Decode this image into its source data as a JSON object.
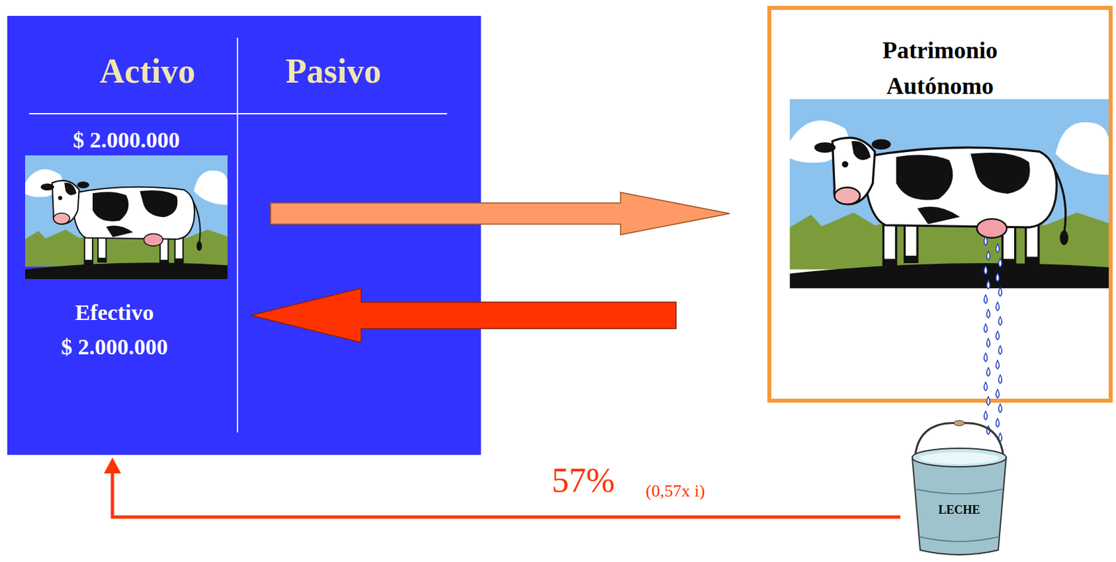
{
  "diagram": {
    "nodes": [
      {
        "text": [
          "Activo",
          "Pasivo"
        ]
      },
      {
        "text": [
          "$ 2.000.000"
        ],
        "in": 0
      },
      {
        "text": [
          "Efectivo",
          "$ 2.000.000"
        ],
        "in": 0
      },
      {
        "text": [
          "Patrimonio Autónomo"
        ]
      },
      {
        "text": [
          "LECHE"
        ]
      }
    ],
    "edges": [
      {
        "from": 1,
        "to": 3,
        "arrow": "to"
      },
      {
        "from": 3,
        "to": 2,
        "arrow": "to"
      },
      {
        "from": 4,
        "to": 0,
        "arrow": "to",
        "label": "57%"
      }
    ],
    "labels": [
      "(0,57x i)"
    ]
  }
}
